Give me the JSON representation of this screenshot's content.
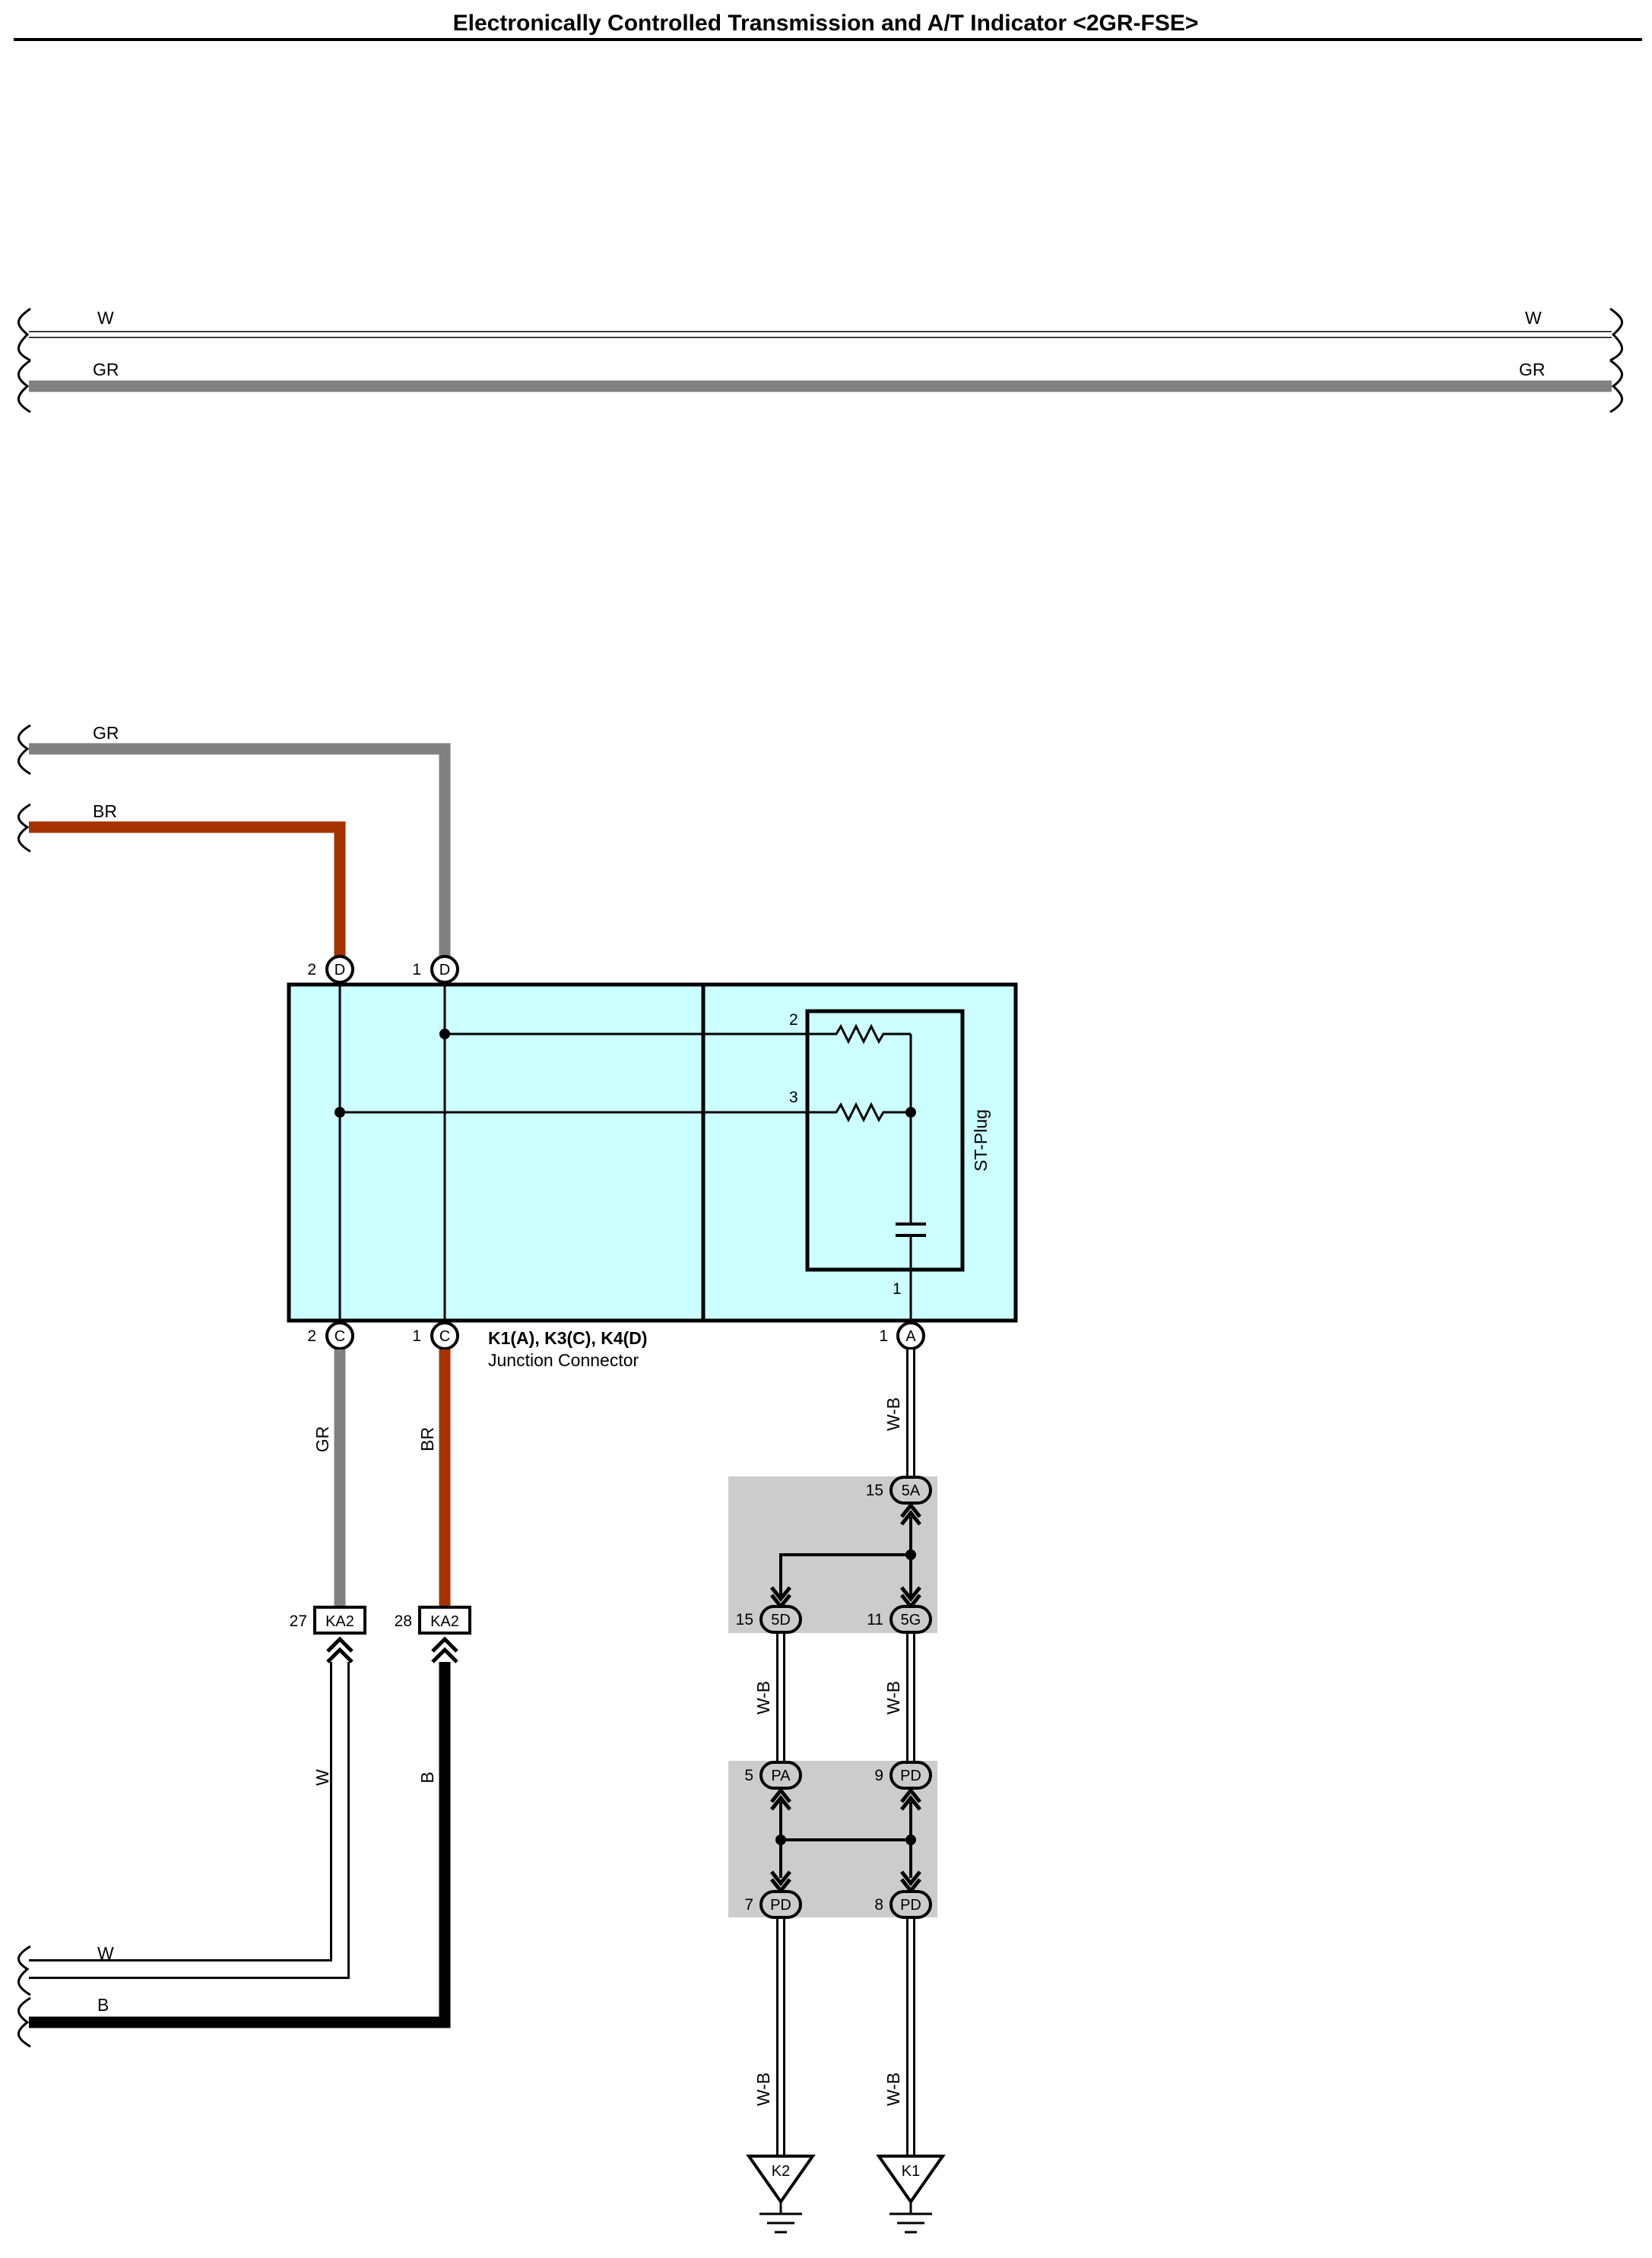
{
  "title": "Electronically Controlled Transmission and A/T Indicator <2GR-FSE>",
  "top_wires": {
    "w_left": "W",
    "w_right": "W",
    "gr_left": "GR",
    "gr_right": "GR"
  },
  "input_wires": {
    "gr": "GR",
    "br": "BR",
    "w": "W",
    "b": "B"
  },
  "junction": {
    "name": "K1(A), K3(C), K4(D)",
    "desc": "Junction Connector",
    "pins": {
      "d2_num": "2",
      "d2_letter": "D",
      "d1_num": "1",
      "d1_letter": "D",
      "c2_num": "2",
      "c2_letter": "C",
      "c1_num": "1",
      "c1_letter": "C",
      "a1_num": "1",
      "a1_letter": "A"
    }
  },
  "st_plug": {
    "label": "ST-Plug",
    "pin2": "2",
    "pin3": "3",
    "pin1": "1"
  },
  "lower_wires": {
    "gr": "GR",
    "br": "BR",
    "w": "W",
    "b": "B"
  },
  "ka2": {
    "left_num": "27",
    "left_label": "KA2",
    "right_num": "28",
    "right_label": "KA2"
  },
  "wb": {
    "l1": "W-B",
    "l2": "W-B",
    "l3": "W-B",
    "l4": "W-B",
    "l5": "W-B"
  },
  "conn_5": {
    "a_num": "15",
    "a_label": "5A",
    "d_num": "15",
    "d_label": "5D",
    "g_num": "11",
    "g_label": "5G"
  },
  "conn_p": {
    "pa_num": "5",
    "pa_label": "PA",
    "pd_top_num": "9",
    "pd_top_label": "PD",
    "pd_bl_num": "7",
    "pd_bl_label": "PD",
    "pd_br_num": "8",
    "pd_br_label": "PD"
  },
  "grounds": {
    "left": "K2",
    "right": "K1"
  },
  "colors": {
    "gray": "#808080",
    "brown": "#a63200",
    "black": "#000000",
    "cyan": "#ccffff",
    "splice": "#cccccc"
  }
}
